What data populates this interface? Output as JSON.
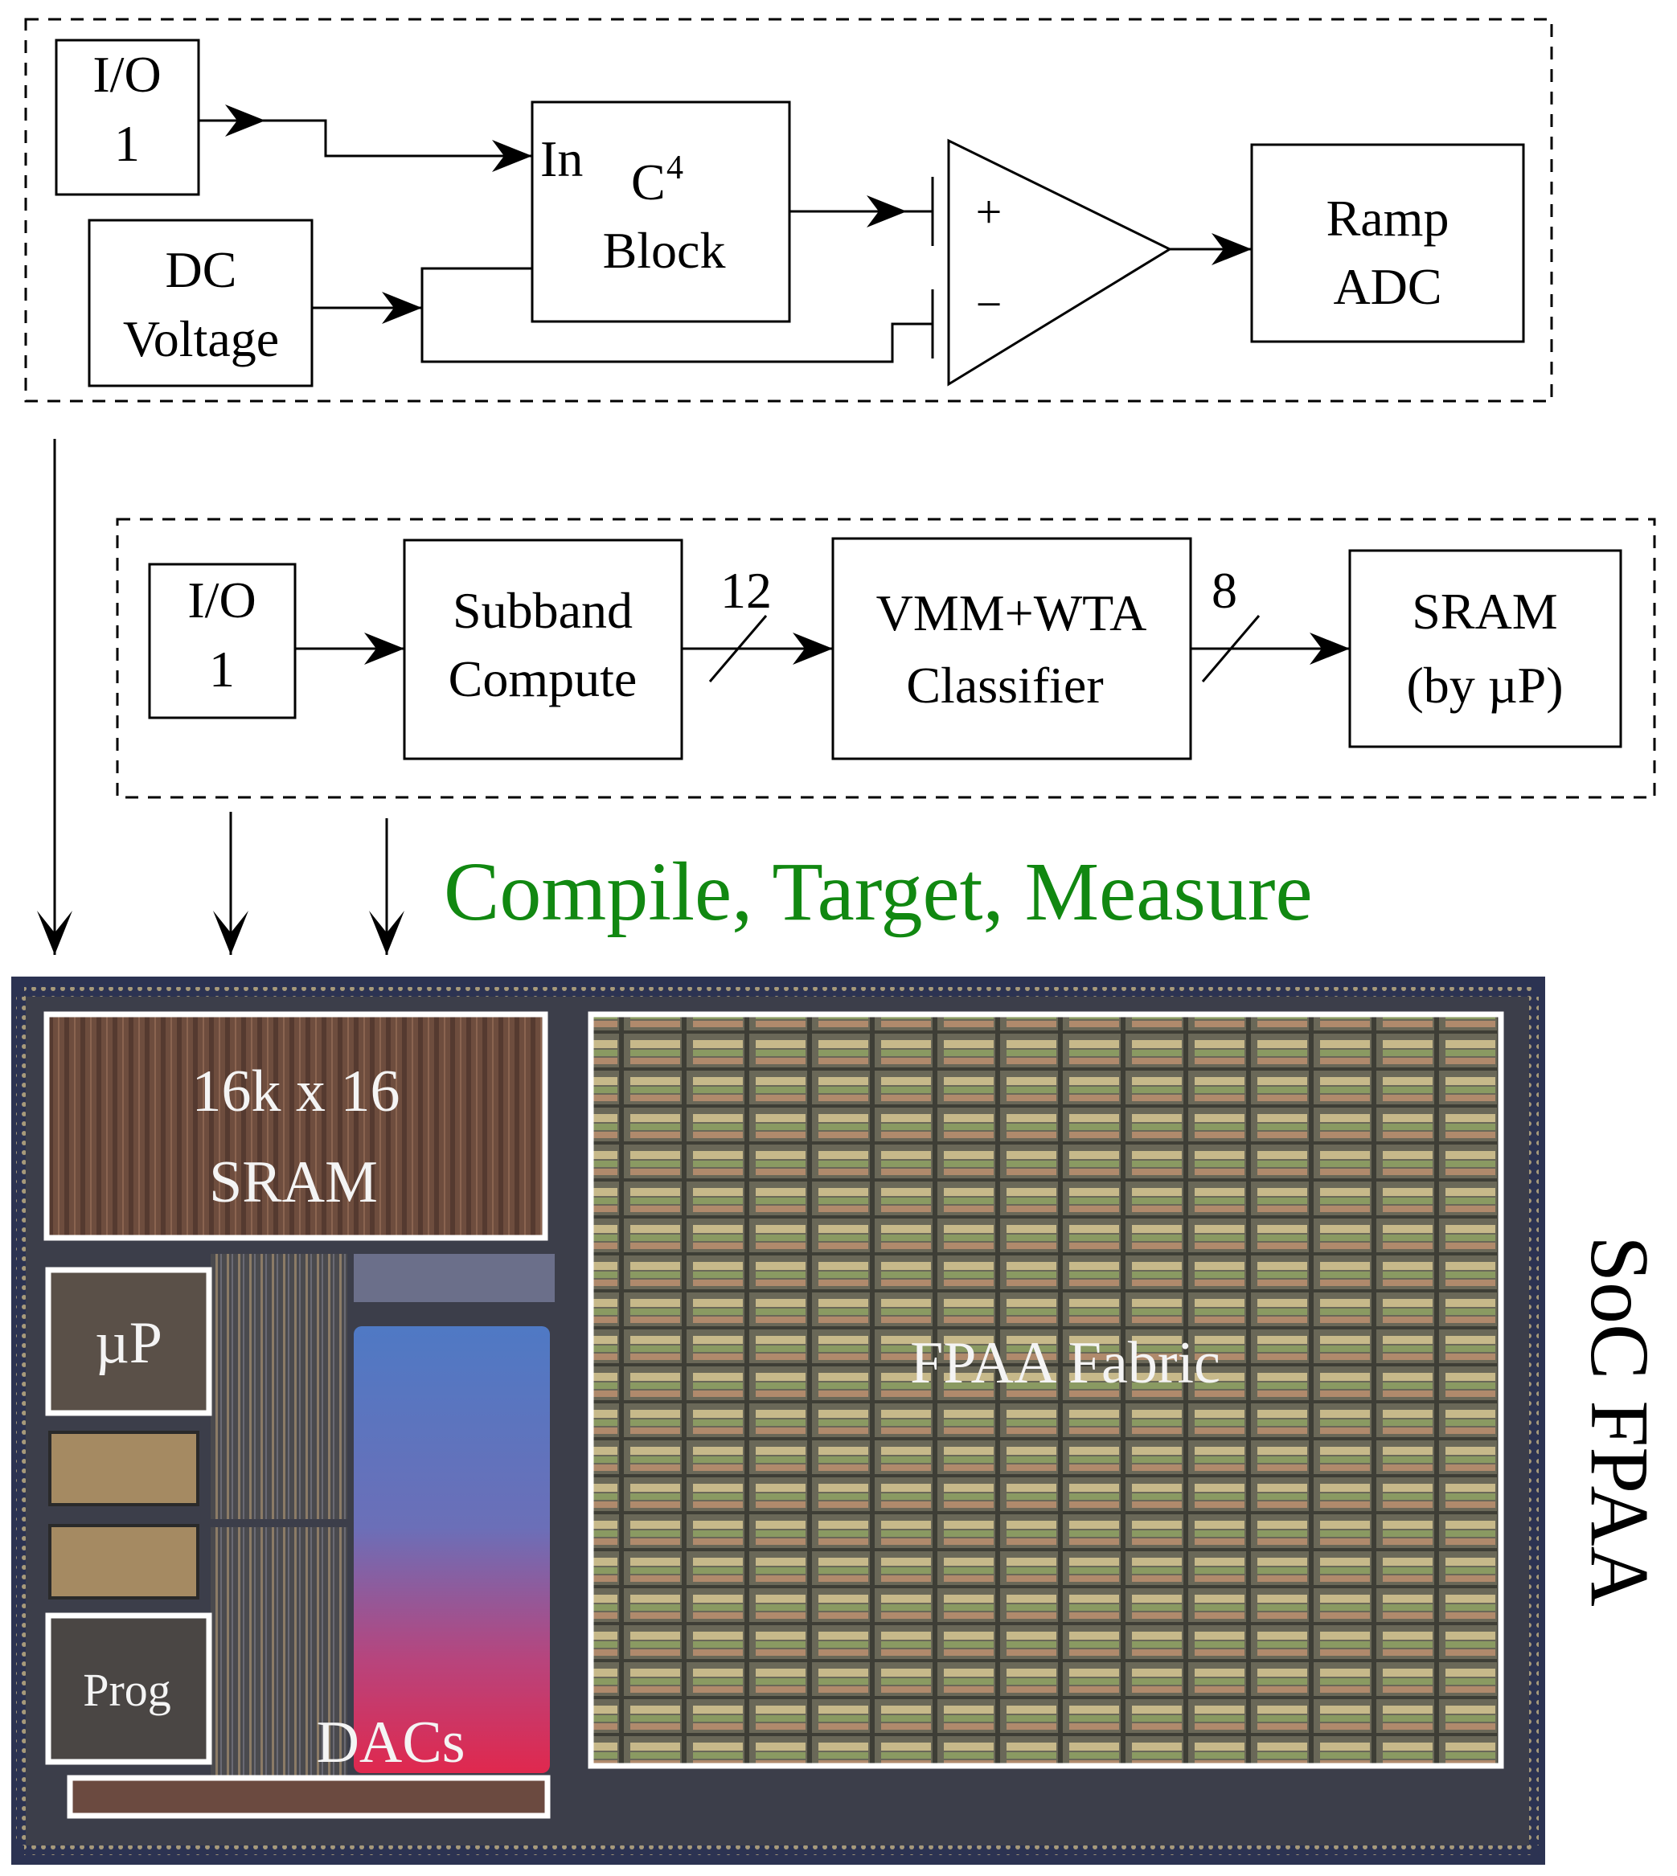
{
  "top_diagram": {
    "io_block": {
      "line1": "I/O",
      "line2": "1"
    },
    "dc_block": {
      "line1": "DC",
      "line2": "Voltage"
    },
    "c4_block": {
      "input_label": "In",
      "line1_base": "C",
      "line1_sup": "4",
      "line2": "Block"
    },
    "comparator": {
      "plus": "+",
      "minus": "−"
    },
    "adc_block": {
      "line1": "Ramp",
      "line2": "ADC"
    }
  },
  "mid_diagram": {
    "io_block": {
      "line1": "I/O",
      "line2": "1"
    },
    "subband_block": {
      "line1": "Subband",
      "line2": "Compute"
    },
    "bus1_width": "12",
    "vmm_block": {
      "line1": "VMM+WTA",
      "line2": "Classifier"
    },
    "bus2_width": "8",
    "sram_block": {
      "line1": "SRAM",
      "line2": "(by µP)"
    }
  },
  "caption": {
    "text": "Compile, Target, Measure",
    "color": "#118811"
  },
  "chip": {
    "side_label": "SoC FPAA",
    "sram_label_1": "16k x 16",
    "sram_label_2": "SRAM",
    "up_label": "µP",
    "prog_label": "Prog",
    "dacs_label": "DACs",
    "fabric_label": "FPAA Fabric",
    "colors": {
      "die": "#3a3f5c",
      "fabric": "#6b6a5a",
      "dac_top": "#4f79c4",
      "dac_bottom": "#e0284e"
    }
  }
}
